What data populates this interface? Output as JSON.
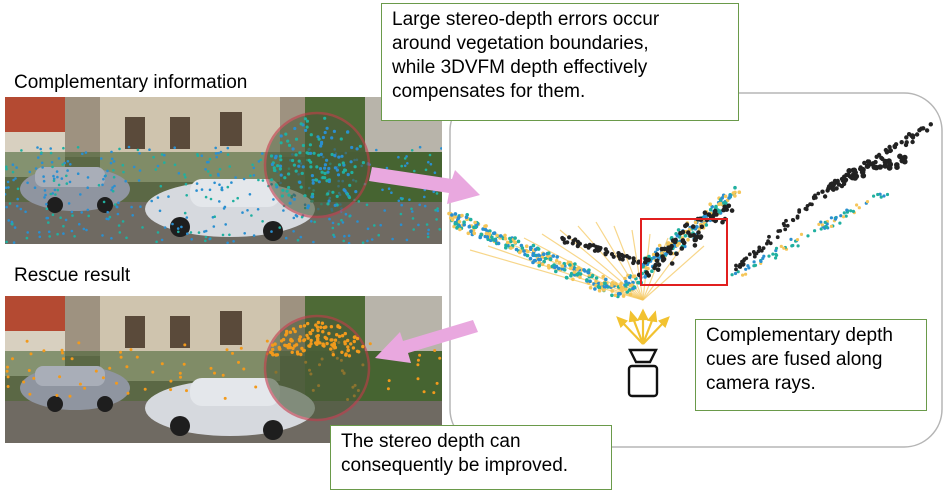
{
  "labels": {
    "top_image": "Complementary information",
    "bottom_image": "Rescue result"
  },
  "callouts": {
    "top": [
      "Large stereo-depth errors occur",
      "around vegetation boundaries,",
      "while 3DVFM depth effectively",
      "compensates for them."
    ],
    "right": [
      "Complementary depth",
      "cues are fused along",
      "camera rays."
    ],
    "bottom": [
      "The stereo depth can",
      "consequently be improved."
    ]
  },
  "icons": {
    "camera": "camera-icon",
    "rays": "camera-rays-icon",
    "arrow_in": "pink-arrow-right-icon",
    "arrow_out": "pink-arrow-left-icon"
  },
  "colors": {
    "note_border": "#6a9a4a",
    "arrow": "#e9a8df",
    "highlight_box": "#e11f1f",
    "circle": "#c33a4a",
    "stereo_points": "#2a8fd0",
    "vfm_points": "#20b0a0",
    "rescued_points": "#f29a1c",
    "error_points": "#222222",
    "ray": "#f5c65a"
  }
}
